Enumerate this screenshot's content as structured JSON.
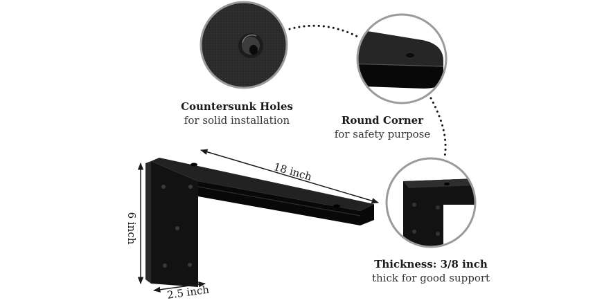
{
  "product": {
    "dimensions": {
      "length": "18 inch",
      "height": "6 inch",
      "width": "2.5 inch"
    },
    "features": [
      {
        "title": "Countersunk Holes",
        "subtitle": "for solid installation"
      },
      {
        "title": "Round Corner",
        "subtitle": "for safety purpose"
      },
      {
        "title": "Thickness: 3/8 inch",
        "subtitle": "thick for good support"
      }
    ]
  },
  "colors": {
    "bracket": "#121212",
    "detail_ring": "#9a9a9a",
    "dotted_line": "#111111",
    "background": "#ffffff"
  }
}
